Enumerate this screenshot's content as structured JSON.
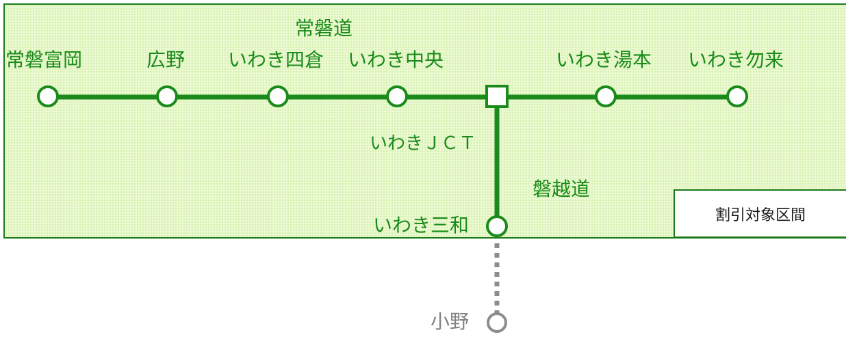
{
  "colors": {
    "area_fill": "#e4f7c8",
    "area_border": "#1a7a1a",
    "line": "#1a8a1a",
    "label": "#1a8a1a",
    "outside_line": "#8c8c8c",
    "outside_label": "#808080"
  },
  "route_labels": {
    "joban": "常磐道",
    "banetsu": "磐越道"
  },
  "stations": {
    "joban_tomioka": "常磐富岡",
    "hirono": "広野",
    "iwaki_yotsukura": "いわき四倉",
    "iwaki_chuo": "いわき中央",
    "iwaki_jct": "いわきＪＣＴ",
    "iwaki_yumoto": "いわき湯本",
    "iwaki_nakoso": "いわき勿来",
    "iwaki_miwa": "いわき三和",
    "ono": "小野"
  },
  "legend": {
    "discount_section": "割引対象区間"
  }
}
